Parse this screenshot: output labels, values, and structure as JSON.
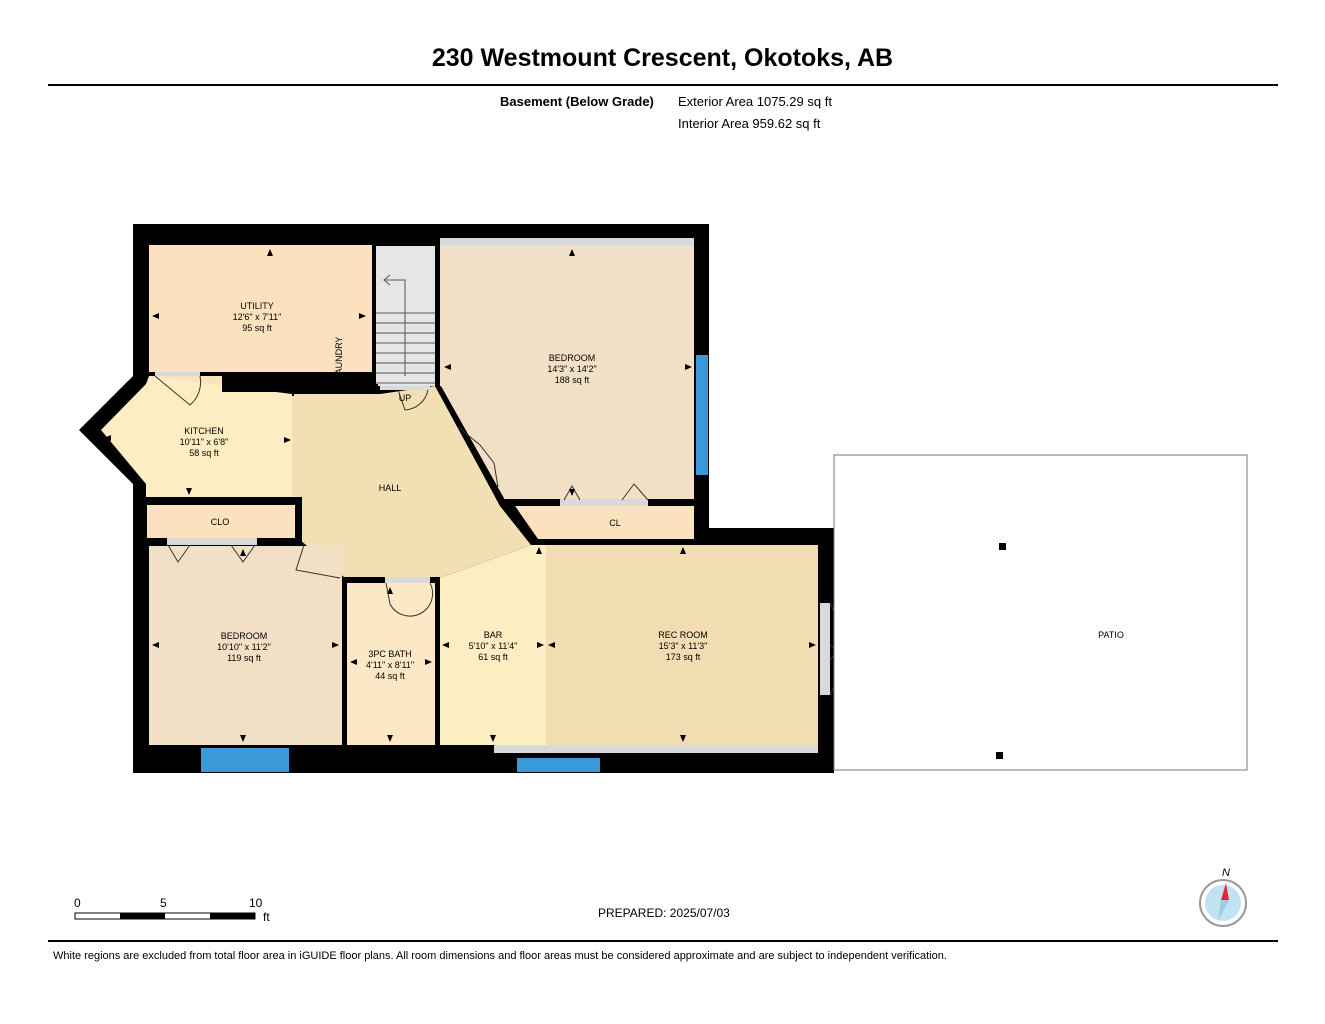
{
  "header": {
    "title": "230 Westmount Crescent, Okotoks, AB",
    "floor_label": "Basement (Below Grade)",
    "exterior_area": "Exterior Area 1075.29 sq ft",
    "interior_area": "Interior Area 959.62 sq ft"
  },
  "rooms": {
    "utility": {
      "name": "UTILITY",
      "dims": "12'6\" x 7'11\"",
      "area": "95 sq ft"
    },
    "laundry": {
      "name": "LAUNDRY"
    },
    "bedroom_top": {
      "name": "BEDROOM",
      "dims": "14'3\" x 14'2\"",
      "area": "188 sq ft"
    },
    "kitchen": {
      "name": "KITCHEN",
      "dims": "10'11\" x 6'8\"",
      "area": "58 sq ft"
    },
    "hall": {
      "name": "HALL"
    },
    "stairs": {
      "name": "UP"
    },
    "clo": {
      "name": "CLO"
    },
    "cl": {
      "name": "CL"
    },
    "bedroom_left": {
      "name": "BEDROOM",
      "dims": "10'10\" x 11'2\"",
      "area": "119 sq ft"
    },
    "bath": {
      "name": "3PC BATH",
      "dims": "4'11\" x 8'11\"",
      "area": "44 sq ft"
    },
    "bar": {
      "name": "BAR",
      "dims": "5'10\" x 11'4\"",
      "area": "61 sq ft"
    },
    "rec_room": {
      "name": "REC ROOM",
      "dims": "15'3\" x 11'3\"",
      "area": "173 sq ft"
    },
    "patio": {
      "name": "PATIO"
    }
  },
  "scale": {
    "labels": [
      "0",
      "5",
      "10"
    ],
    "unit": "ft"
  },
  "compass": {
    "label": "N"
  },
  "prepared": "PREPARED: 2025/07/03",
  "footer": "White regions are excluded from total floor area in iGUIDE floor plans. All room dimensions and floor areas must be considered approximate and are subject to independent verification.",
  "colors": {
    "wall": "#000000",
    "utility": "#FCE1BF",
    "bedroom": "#F2E0C6",
    "kitchen": "#FDEDC2",
    "hall": "#F2DFB4",
    "closet": "#FCE1BF",
    "bath": "#FDE8C6",
    "bar": "#FDEDC2",
    "rec_room": "#F2DCB2",
    "window": "#3A9AD9",
    "compass_needle": "#E8262C",
    "compass_face": "#BFE2F5"
  }
}
